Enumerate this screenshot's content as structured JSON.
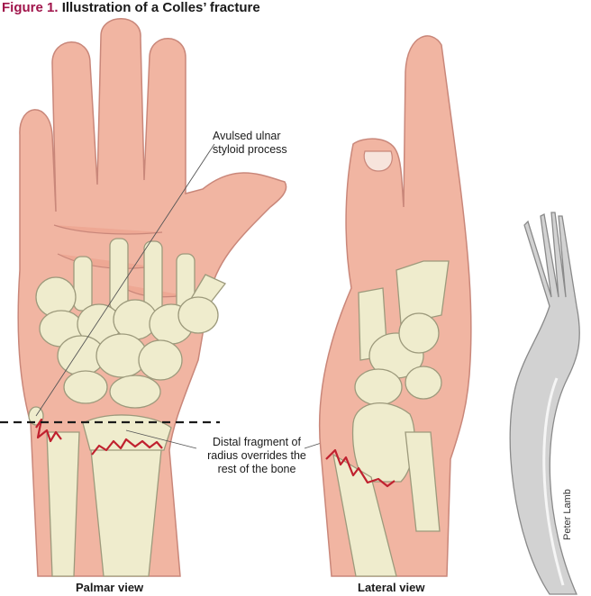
{
  "title": {
    "figure": "Figure 1.",
    "text": "Illustration of a Colles’ fracture"
  },
  "labels": {
    "ulnar_styloid": [
      "Avulsed ulnar",
      "styloid process"
    ],
    "distal_fragment": [
      "Distal fragment of",
      "radius overrides the",
      "rest of the bone"
    ]
  },
  "captions": {
    "palmar": "Palmar view",
    "lateral": "Lateral view"
  },
  "credit": "Peter Lamb",
  "colors": {
    "skin": "#f1b5a2",
    "skin_outline": "#c9877a",
    "bone": "#efeccd",
    "bone_outline": "#9d9a7c",
    "fracture": "#c0212f",
    "title_accent": "#a0144b",
    "fork": "#c9c9c9"
  }
}
